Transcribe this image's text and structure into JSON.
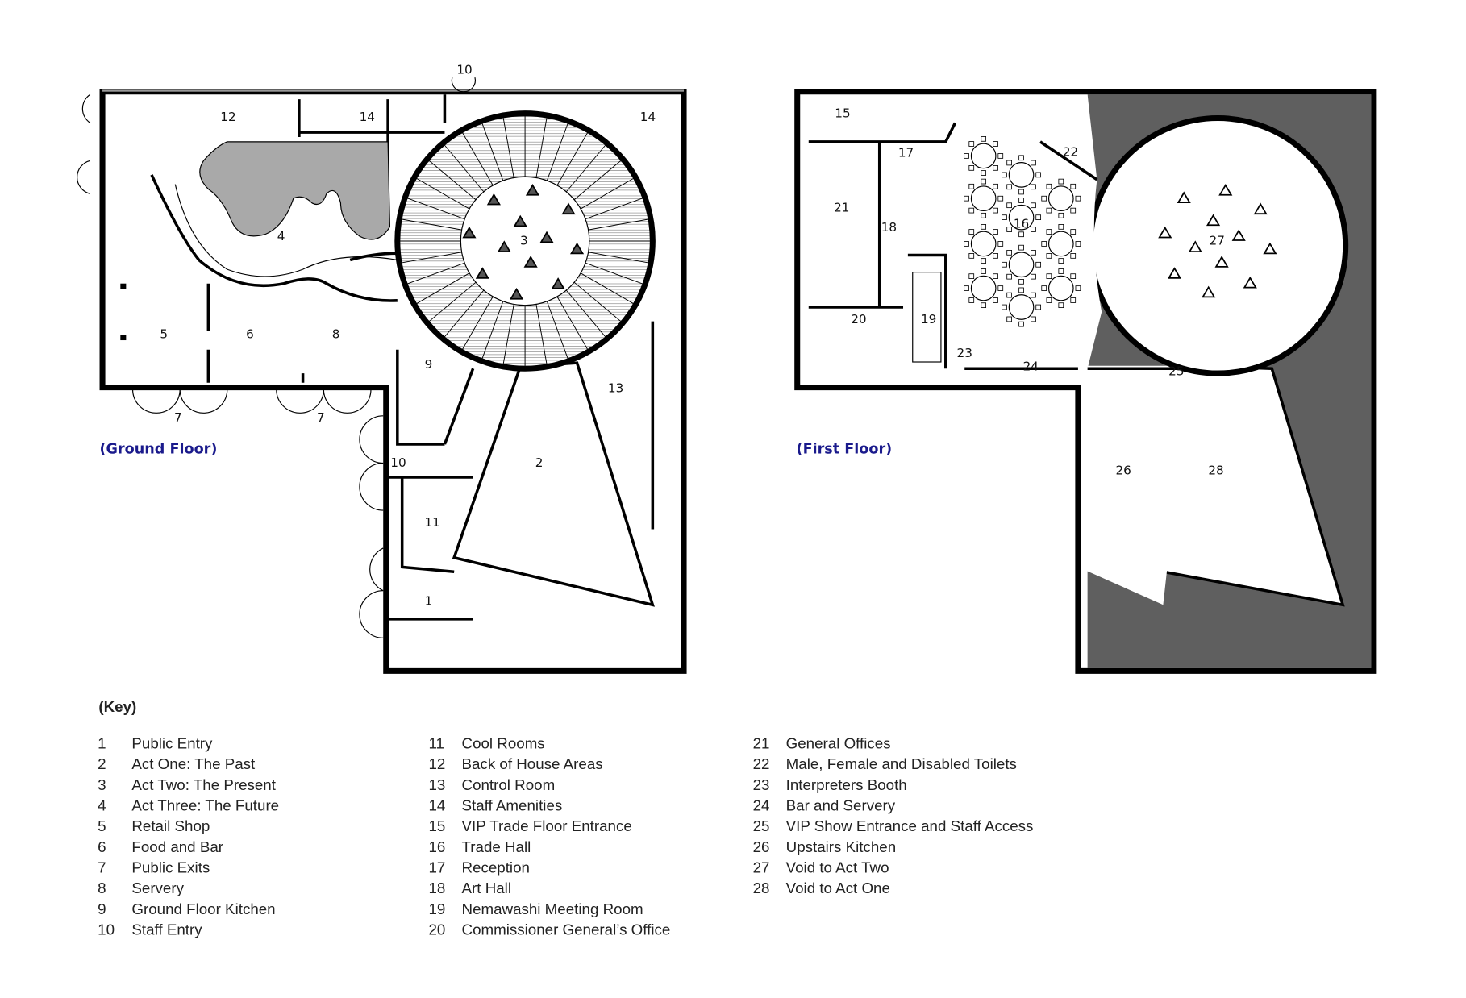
{
  "ground_floor": {
    "title": "(Ground Floor)",
    "labels": {
      "l1": "1",
      "l2": "2",
      "l3": "3",
      "l4": "4",
      "l5": "5",
      "l6": "6",
      "l7a": "7",
      "l7b": "7",
      "l8": "8",
      "l9": "9",
      "l10a": "10",
      "l10b": "10",
      "l11": "11",
      "l12": "12",
      "l13": "13",
      "l14a": "14",
      "l14b": "14"
    }
  },
  "first_floor": {
    "title": "(First Floor)",
    "labels": {
      "l15": "15",
      "l16": "16",
      "l17": "17",
      "l18": "18",
      "l19": "19",
      "l20": "20",
      "l21": "21",
      "l22": "22",
      "l23": "23",
      "l24": "24",
      "l25": "25",
      "l26": "26",
      "l27": "27",
      "l28": "28"
    }
  },
  "colors": {
    "title": "#1a1a8c",
    "fill_gray": "#a9a9a9",
    "void_gray": "#5f5f5f"
  },
  "key": {
    "heading": "(Key)",
    "items": [
      {
        "n": "1",
        "label": "Public Entry"
      },
      {
        "n": "2",
        "label": "Act One: The Past"
      },
      {
        "n": "3",
        "label": "Act Two: The Present"
      },
      {
        "n": "4",
        "label": "Act Three: The Future"
      },
      {
        "n": "5",
        "label": "Retail Shop"
      },
      {
        "n": "6",
        "label": "Food and Bar"
      },
      {
        "n": "7",
        "label": "Public Exits"
      },
      {
        "n": "8",
        "label": "Servery"
      },
      {
        "n": "9",
        "label": "Ground Floor Kitchen"
      },
      {
        "n": "10",
        "label": "Staff Entry"
      },
      {
        "n": "11",
        "label": "Cool Rooms"
      },
      {
        "n": "12",
        "label": "Back of House Areas"
      },
      {
        "n": "13",
        "label": "Control Room"
      },
      {
        "n": "14",
        "label": "Staff Amenities"
      },
      {
        "n": "15",
        "label": "VIP Trade Floor Entrance"
      },
      {
        "n": "16",
        "label": "Trade Hall"
      },
      {
        "n": "17",
        "label": "Reception"
      },
      {
        "n": "18",
        "label": "Art Hall"
      },
      {
        "n": "19",
        "label": "Nemawashi Meeting Room"
      },
      {
        "n": "20",
        "label": "Commissioner General’s Office"
      },
      {
        "n": "21",
        "label": "General Offices"
      },
      {
        "n": "22",
        "label": "Male, Female and Disabled Toilets"
      },
      {
        "n": "23",
        "label": "Interpreters Booth"
      },
      {
        "n": "24",
        "label": "Bar and Servery"
      },
      {
        "n": "25",
        "label": "VIP Show Entrance and Staff Access"
      },
      {
        "n": "26",
        "label": "Upstairs Kitchen"
      },
      {
        "n": "27",
        "label": "Void to Act Two"
      },
      {
        "n": "28",
        "label": "Void to Act One"
      }
    ]
  }
}
